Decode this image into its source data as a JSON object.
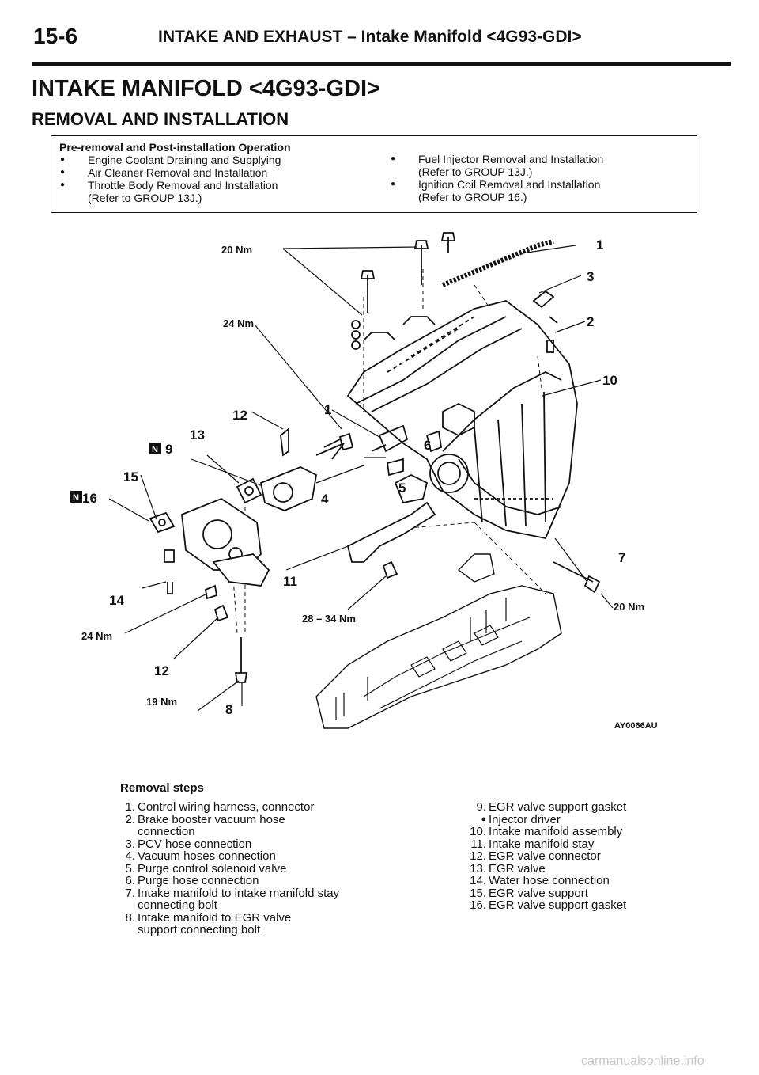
{
  "header": {
    "page_number": "15-6",
    "section": "INTAKE AND EXHAUST – Intake Manifold <4G93-GDI>"
  },
  "title": "INTAKE MANIFOLD <4G93-GDI>",
  "subtitle": "REMOVAL AND INSTALLATION",
  "pre_removal": {
    "heading": "Pre-removal and Post-installation Operation",
    "left": [
      "Engine Coolant Draining and Supplying",
      "Air Cleaner Removal and Installation",
      "Throttle Body Removal and Installation",
      "(Refer to GROUP 13J.)"
    ],
    "right": [
      "Fuel Injector Removal and Installation",
      "(Refer to GROUP 13J.)",
      "Ignition Coil Removal and Installation",
      "(Refer to GROUP 16.)"
    ]
  },
  "figure": {
    "code": "AY0066AU",
    "new_part_mark": "N",
    "callouts": [
      "1",
      "3",
      "2",
      "10",
      "12",
      "1",
      "9",
      "13",
      "6",
      "15",
      "16",
      "4",
      "5",
      "7",
      "11",
      "14",
      "12",
      "8"
    ],
    "torques": [
      "20 Nm",
      "24 Nm",
      "28 – 34 Nm",
      "20 Nm",
      "24 Nm",
      "19 Nm"
    ]
  },
  "removal_steps": {
    "heading": "Removal steps",
    "left": [
      {
        "n": "1.",
        "t": "Control wiring harness, connector"
      },
      {
        "n": "2.",
        "t": "Brake booster vacuum hose"
      },
      {
        "n": "",
        "t": "connection"
      },
      {
        "n": "3.",
        "t": "PCV hose connection"
      },
      {
        "n": "4.",
        "t": "Vacuum hoses connection"
      },
      {
        "n": "5.",
        "t": "Purge control solenoid valve"
      },
      {
        "n": "6.",
        "t": "Purge hose connection"
      },
      {
        "n": "7.",
        "t": "Intake manifold to intake manifold stay"
      },
      {
        "n": "",
        "t": "connecting bolt"
      },
      {
        "n": "8.",
        "t": "Intake manifold to EGR valve"
      },
      {
        "n": "",
        "t": "support connecting bolt"
      }
    ],
    "right": [
      {
        "n": "9.",
        "t": "EGR valve support gasket"
      },
      {
        "n": "●",
        "t": "Injector driver"
      },
      {
        "n": "10.",
        "t": "Intake manifold assembly"
      },
      {
        "n": "11.",
        "t": "Intake manifold stay"
      },
      {
        "n": "12.",
        "t": "EGR valve connector"
      },
      {
        "n": "13.",
        "t": "EGR valve"
      },
      {
        "n": "14.",
        "t": "Water hose connection"
      },
      {
        "n": "15.",
        "t": "EGR valve support"
      },
      {
        "n": "16.",
        "t": "EGR valve support gasket"
      }
    ]
  },
  "watermark": "carmanualsonline.info"
}
